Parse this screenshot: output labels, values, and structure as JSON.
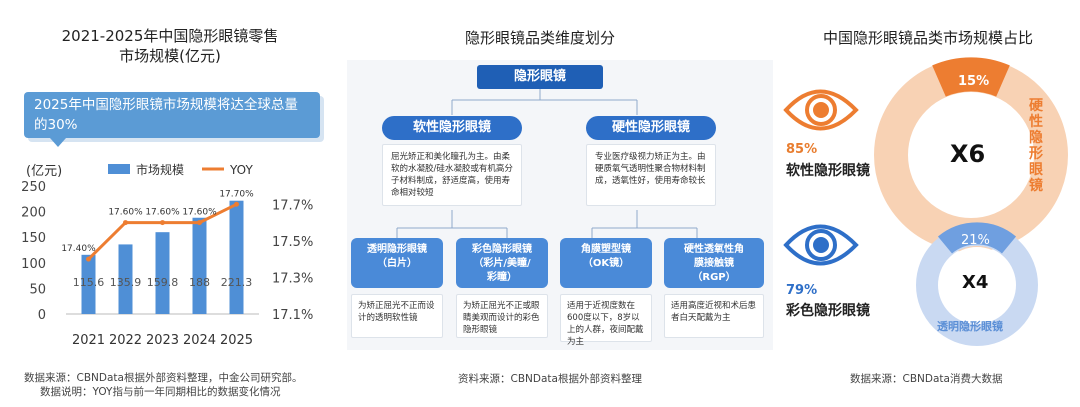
{
  "left": {
    "title_line1": "2021-2025年中国隐形眼镜零售",
    "title_line2": "市场规模(亿元)",
    "callout": "2025年中国隐形眼镜市场规模将达全球总量的30%",
    "unit_label": "(亿元)",
    "source_line1": "数据来源：CBNData根据外部资料整理，中金公司研究部。",
    "source_line2": "数据说明：YOY指与前一年同期相比的数据变化情况"
  },
  "chart_data": {
    "type": "bar",
    "categories": [
      "2021",
      "2022",
      "2023",
      "2024",
      "2025"
    ],
    "series": [
      {
        "name": "市场规模",
        "type": "bar",
        "axis": "left",
        "values": [
          115.6,
          135.9,
          159.8,
          188,
          221.3
        ],
        "value_labels": [
          "115.6",
          "135.9",
          "159.8",
          "188",
          "221.3"
        ]
      },
      {
        "name": "YOY",
        "type": "line",
        "axis": "right",
        "values": [
          17.4,
          17.6,
          17.6,
          17.6,
          17.7
        ],
        "value_labels": [
          "17.40%",
          "17.60%",
          "17.60%",
          "17.60%",
          "17.70%"
        ]
      }
    ],
    "y_left": {
      "ticks": [
        "0",
        "50",
        "100",
        "150",
        "200",
        "250"
      ],
      "range": [
        0,
        250
      ]
    },
    "y_right": {
      "ticks": [
        "17.1%",
        "17.3%",
        "17.5%",
        "17.7%"
      ],
      "range": [
        17.1,
        17.8
      ]
    },
    "legend_position": "top",
    "colors": {
      "bar": "#4f8fd6",
      "line": "#ed7d31"
    }
  },
  "mid": {
    "title": "隐形眼镜品类维度划分",
    "root": "隐形眼镜",
    "soft": {
      "label": "软性隐形眼镜",
      "desc": "屈光矫正和美化瞳孔为主。由柔软的水凝胶/硅水凝胶或有机高分子材料制成，舒适度高，使用寿命相对较短"
    },
    "hard": {
      "label": "硬性隐形眼镜",
      "desc": "专业医疗级视力矫正为主。由硬质氧气透明性聚合物材料制成，透氧性好，使用寿命较长"
    },
    "leaves": [
      {
        "label_line1": "透明隐形眼镜",
        "label_line2": "（白片）",
        "label_line3": "",
        "desc": "为矫正屈光不正而设计的透明软性镜"
      },
      {
        "label_line1": "彩色隐形眼镜",
        "label_line2": "（彩片/美瞳/",
        "label_line3": "彩瞳）",
        "desc": "为矫正屈光不正或眼睛美观而设计的彩色隐形眼镜"
      },
      {
        "label_line1": "角膜塑型镜",
        "label_line2": "（OK镜）",
        "label_line3": "",
        "desc": "适用于近视度数在600度以下，8岁以上的人群，夜间配戴为主"
      },
      {
        "label_line1": "硬性透氧性角",
        "label_line2": "膜接触镜",
        "label_line3": "（RGP）",
        "desc": "适用高度近视和术后患者白天配戴为主"
      }
    ],
    "source": "资料来源：CBNData根据外部资料整理"
  },
  "right": {
    "title": "中国隐形眼镜品类市场规模占比",
    "soft_pct": "85%",
    "soft_label": "软性隐形眼镜",
    "color_pct": "79%",
    "color_label": "彩色隐形眼镜",
    "hard_pct": "15%",
    "hard_ring_label": "硬性隐形眼镜",
    "big_multiple": "X6",
    "clear_pct": "21%",
    "clear_ring_label": "透明隐形眼镜",
    "small_multiple": "X4",
    "source": "数据来源：CBNData消费大数据",
    "colors": {
      "orange": "#ed7d31",
      "orange_light": "#f8d2b4",
      "blue": "#2e6fc8",
      "blue_light": "#c9d9f2"
    }
  }
}
